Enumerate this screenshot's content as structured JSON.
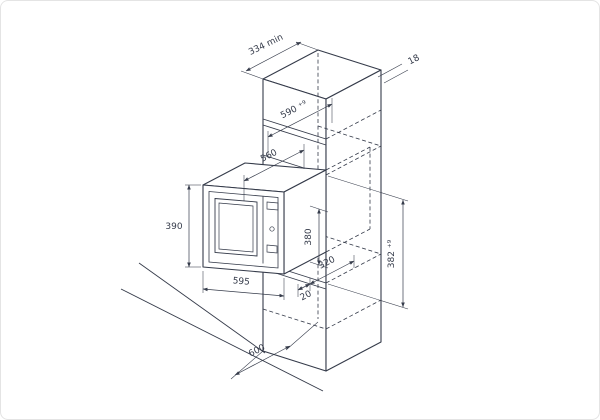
{
  "colors": {
    "ink": "#353b4a",
    "paper": "#ffffff"
  },
  "dims": {
    "d334": "334 min",
    "d18": "18",
    "d590": "590 ⁺⁹",
    "d560": "560",
    "d390": "390",
    "d380": "380",
    "d382": "382 ⁺⁹",
    "d595": "595",
    "d320": "320",
    "d20": "20",
    "d600": "600"
  }
}
